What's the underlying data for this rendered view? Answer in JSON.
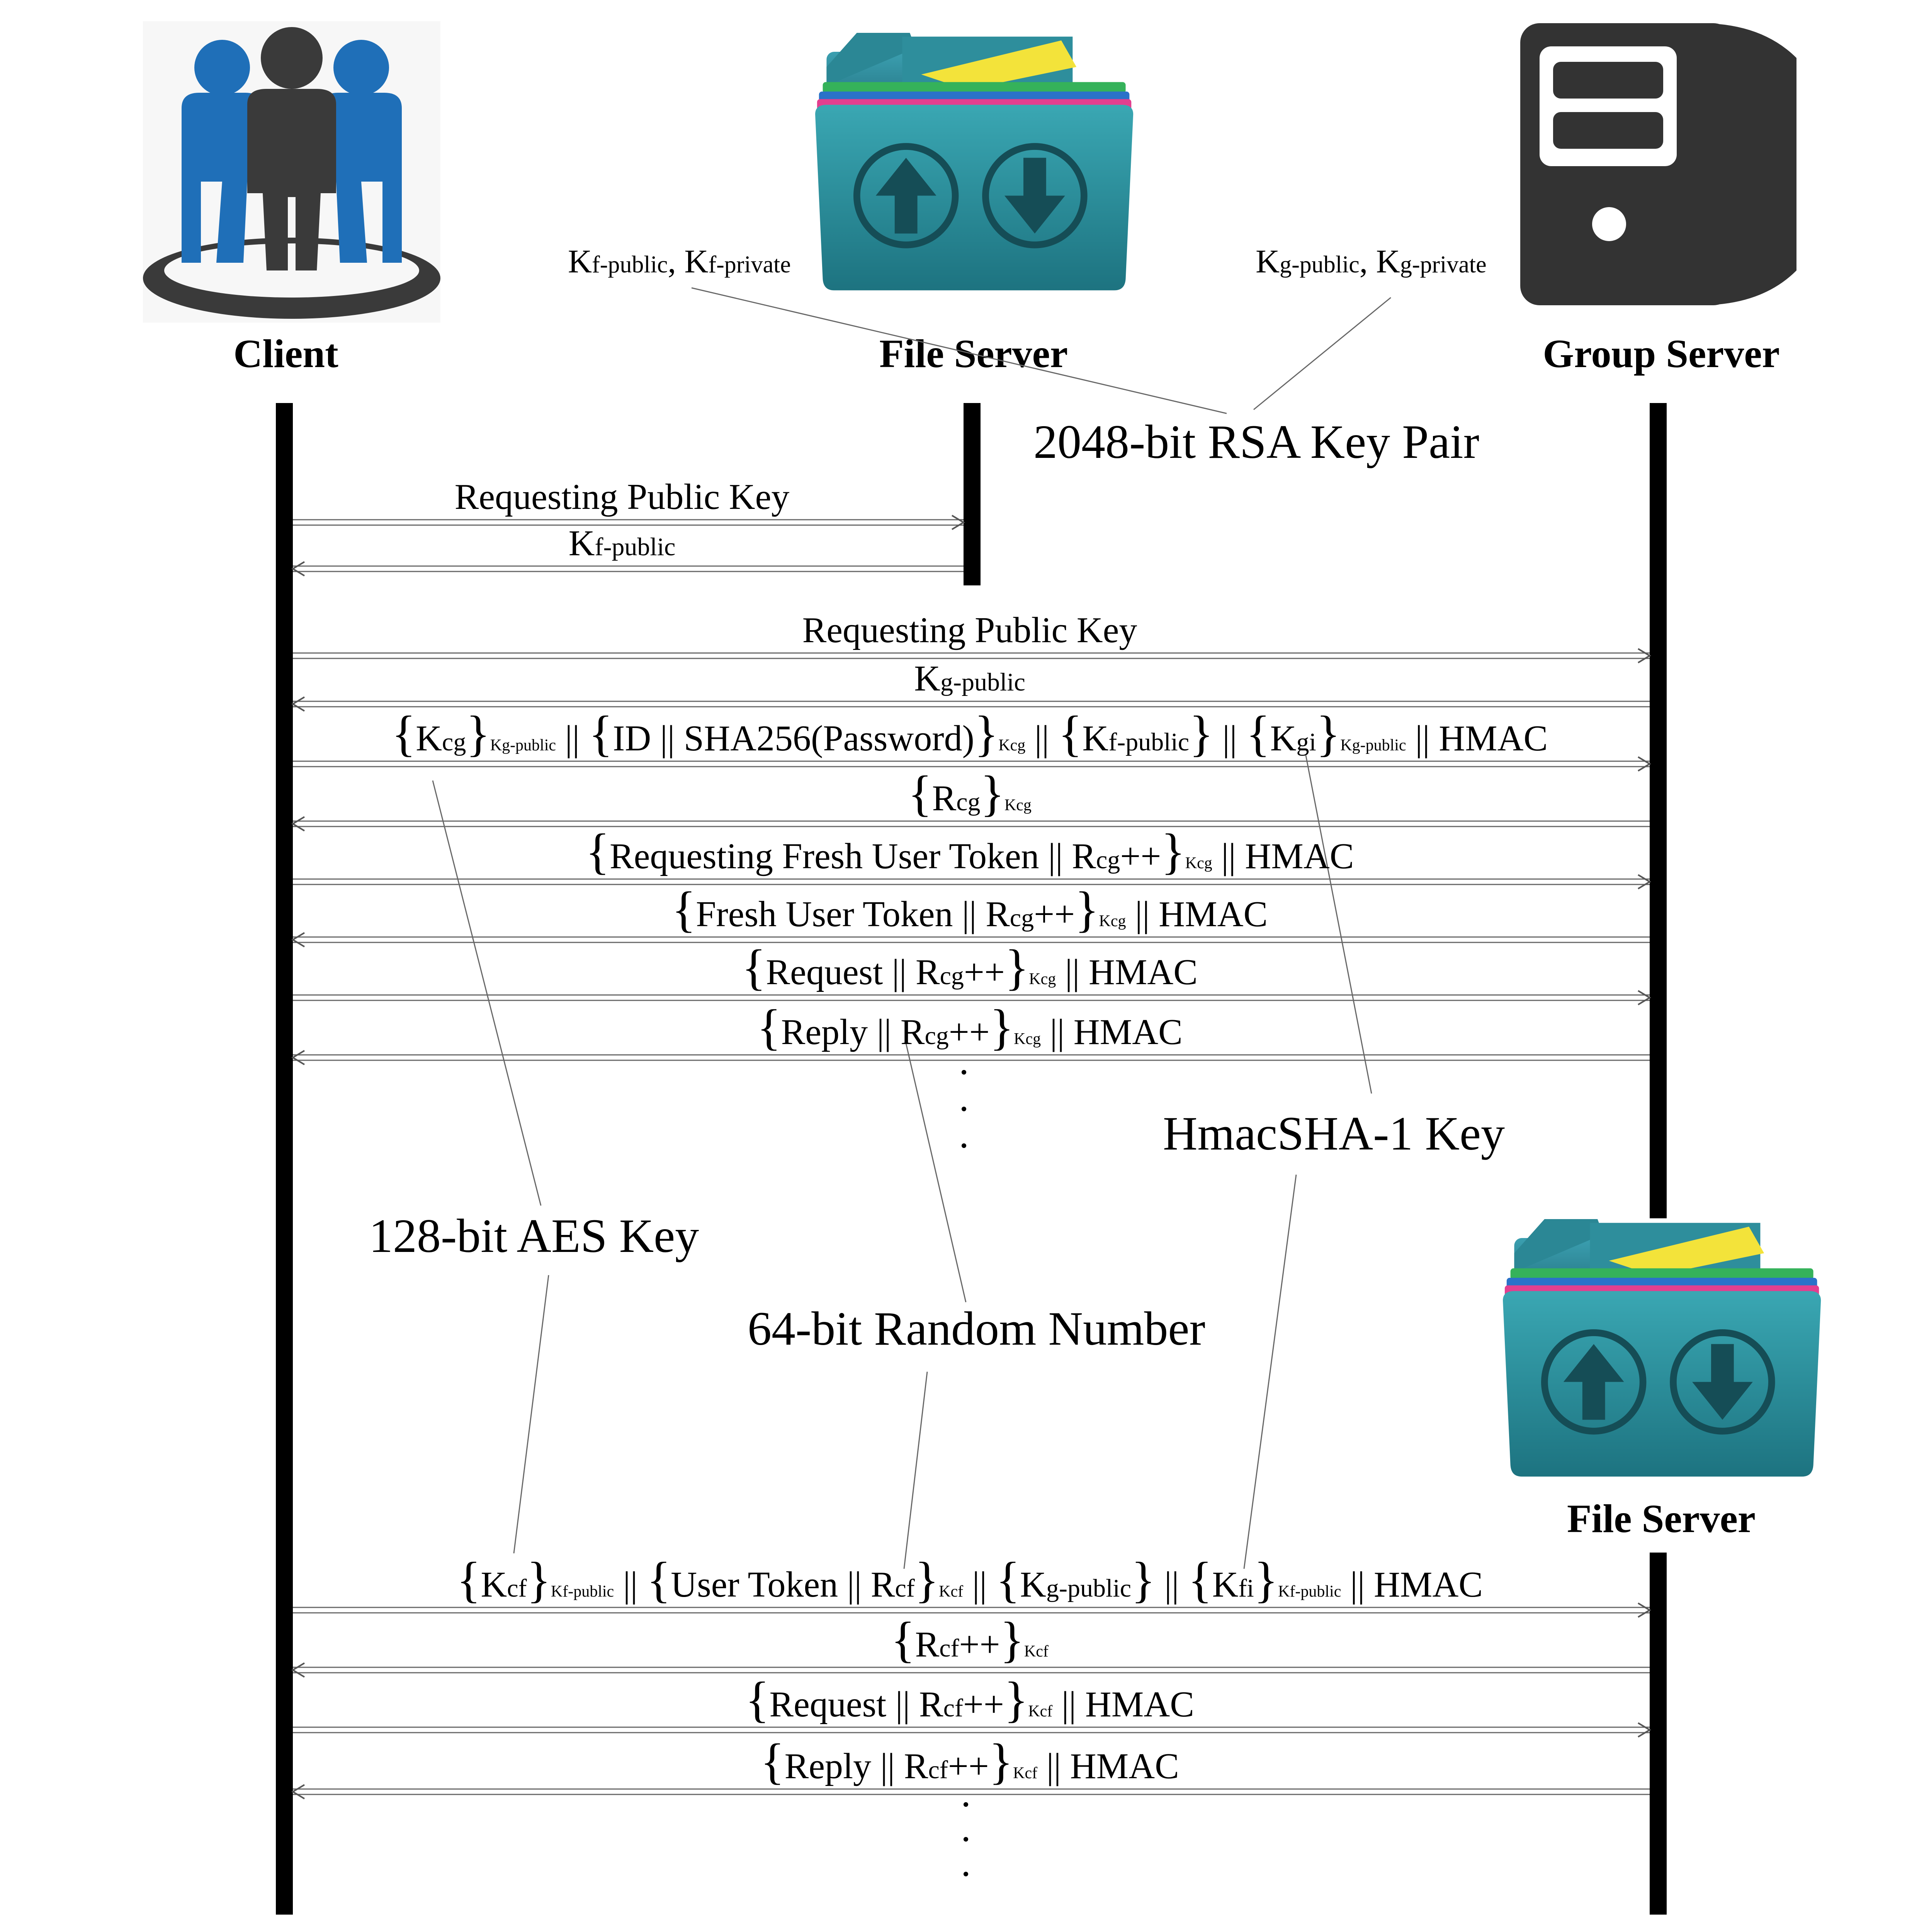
{
  "actors": {
    "client": "Client",
    "file_server": "File Server",
    "group_server": "Group Server",
    "file_server_2": "File Server"
  },
  "key_labels": {
    "file_server_keys": [
      "K",
      "f-public",
      ", ",
      "K",
      "f-private"
    ],
    "group_server_keys": [
      "K",
      "g-public",
      ", ",
      "K",
      "g-private"
    ]
  },
  "annotations": {
    "rsa": "2048-bit RSA Key Pair",
    "hmac": "HmacSHA-1 Key",
    "aes": "128-bit AES Key",
    "random": "64-bit Random Number"
  },
  "messages": [
    {
      "direction": "right",
      "to": "file_server",
      "parts": [
        {
          "t": "Requesting Public Key"
        }
      ]
    },
    {
      "direction": "left",
      "to": "file_server",
      "parts": [
        {
          "t": "K"
        },
        {
          "t": "f-public",
          "s": "sub"
        }
      ]
    },
    {
      "direction": "right",
      "to": "group_server",
      "parts": [
        {
          "t": "Requesting Public Key"
        }
      ]
    },
    {
      "direction": "left",
      "to": "group_server",
      "parts": [
        {
          "t": "K"
        },
        {
          "t": "g-public",
          "s": "sub"
        }
      ]
    },
    {
      "direction": "right",
      "to": "group_server",
      "parts": [
        {
          "t": "{",
          "s": "brace"
        },
        {
          "t": "K"
        },
        {
          "t": "cg",
          "s": "sub"
        },
        {
          "t": "}",
          "s": "brace"
        },
        {
          "t": "Kg-public",
          "s": "tiny"
        },
        {
          "t": " || "
        },
        {
          "t": "{",
          "s": "brace"
        },
        {
          "t": "ID || SHA256(Password)"
        },
        {
          "t": "}",
          "s": "brace"
        },
        {
          "t": "Kcg",
          "s": "tiny"
        },
        {
          "t": " || "
        },
        {
          "t": "{",
          "s": "brace"
        },
        {
          "t": "K"
        },
        {
          "t": "f-public",
          "s": "sub"
        },
        {
          "t": "}",
          "s": "brace"
        },
        {
          "t": " || "
        },
        {
          "t": "{",
          "s": "brace"
        },
        {
          "t": "K"
        },
        {
          "t": "gi",
          "s": "sub"
        },
        {
          "t": "}",
          "s": "brace"
        },
        {
          "t": "Kg-public",
          "s": "tiny"
        },
        {
          "t": " || HMAC"
        }
      ]
    },
    {
      "direction": "left",
      "to": "group_server",
      "parts": [
        {
          "t": "{",
          "s": "brace"
        },
        {
          "t": "R"
        },
        {
          "t": "cg",
          "s": "sub"
        },
        {
          "t": "}",
          "s": "brace"
        },
        {
          "t": "Kcg",
          "s": "tiny"
        }
      ]
    },
    {
      "direction": "right",
      "to": "group_server",
      "parts": [
        {
          "t": "{",
          "s": "brace"
        },
        {
          "t": "Requesting Fresh User Token || R"
        },
        {
          "t": "cg",
          "s": "sub"
        },
        {
          "t": "++"
        },
        {
          "t": "}",
          "s": "brace"
        },
        {
          "t": "Kcg",
          "s": "tiny"
        },
        {
          "t": " || HMAC"
        }
      ]
    },
    {
      "direction": "left",
      "to": "group_server",
      "parts": [
        {
          "t": "{",
          "s": "brace"
        },
        {
          "t": "Fresh User Token || R"
        },
        {
          "t": "cg",
          "s": "sub"
        },
        {
          "t": "++"
        },
        {
          "t": "}",
          "s": "brace"
        },
        {
          "t": "Kcg",
          "s": "tiny"
        },
        {
          "t": " || HMAC"
        }
      ]
    },
    {
      "direction": "right",
      "to": "group_server",
      "parts": [
        {
          "t": "{",
          "s": "brace"
        },
        {
          "t": "Request || R"
        },
        {
          "t": "cg",
          "s": "sub"
        },
        {
          "t": "++"
        },
        {
          "t": "}",
          "s": "brace"
        },
        {
          "t": "Kcg",
          "s": "tiny"
        },
        {
          "t": " || HMAC"
        }
      ]
    },
    {
      "direction": "left",
      "to": "group_server",
      "parts": [
        {
          "t": "{",
          "s": "brace"
        },
        {
          "t": "Reply || R"
        },
        {
          "t": "cg",
          "s": "sub"
        },
        {
          "t": "++"
        },
        {
          "t": "}",
          "s": "brace"
        },
        {
          "t": "Kcg",
          "s": "tiny"
        },
        {
          "t": " || HMAC"
        }
      ]
    },
    {
      "direction": "right",
      "to": "file_server_2",
      "parts": [
        {
          "t": "{",
          "s": "brace"
        },
        {
          "t": "K"
        },
        {
          "t": "cf",
          "s": "sub"
        },
        {
          "t": "}",
          "s": "brace"
        },
        {
          "t": "Kf-public",
          "s": "tiny"
        },
        {
          "t": " || "
        },
        {
          "t": "{",
          "s": "brace"
        },
        {
          "t": "User Token || R"
        },
        {
          "t": "cf",
          "s": "sub"
        },
        {
          "t": "}",
          "s": "brace"
        },
        {
          "t": "Kcf",
          "s": "tiny"
        },
        {
          "t": " || "
        },
        {
          "t": "{",
          "s": "brace"
        },
        {
          "t": "K"
        },
        {
          "t": "g-public",
          "s": "sub"
        },
        {
          "t": "}",
          "s": "brace"
        },
        {
          "t": " || "
        },
        {
          "t": "{",
          "s": "brace"
        },
        {
          "t": "K"
        },
        {
          "t": "fi",
          "s": "sub"
        },
        {
          "t": "}",
          "s": "brace"
        },
        {
          "t": "Kf-public",
          "s": "tiny"
        },
        {
          "t": " || HMAC"
        }
      ]
    },
    {
      "direction": "left",
      "to": "file_server_2",
      "parts": [
        {
          "t": "{",
          "s": "brace"
        },
        {
          "t": "R"
        },
        {
          "t": "cf",
          "s": "sub"
        },
        {
          "t": "++"
        },
        {
          "t": "}",
          "s": "brace"
        },
        {
          "t": "Kcf",
          "s": "tiny"
        }
      ]
    },
    {
      "direction": "right",
      "to": "file_server_2",
      "parts": [
        {
          "t": "{",
          "s": "brace"
        },
        {
          "t": "Request || R"
        },
        {
          "t": "cf",
          "s": "sub"
        },
        {
          "t": "++"
        },
        {
          "t": "}",
          "s": "brace"
        },
        {
          "t": "Kcf",
          "s": "tiny"
        },
        {
          "t": " || HMAC"
        }
      ]
    },
    {
      "direction": "left",
      "to": "file_server_2",
      "parts": [
        {
          "t": "{",
          "s": "brace"
        },
        {
          "t": "Reply || R"
        },
        {
          "t": "cf",
          "s": "sub"
        },
        {
          "t": "++"
        },
        {
          "t": "}",
          "s": "brace"
        },
        {
          "t": "Kcf",
          "s": "tiny"
        },
        {
          "t": " || HMAC"
        }
      ]
    }
  ],
  "colors": {
    "client_side_figures": "#1f6fb8",
    "client_center_figure": "#3a3a3a",
    "folder_teal": "#2a8f9c",
    "server_body": "#333333",
    "lifeline": "#000000"
  },
  "icons": [
    "client-group-icon",
    "file-server-folder-icon",
    "group-server-tower-icon",
    "upload-arrow-icon",
    "download-arrow-icon"
  ]
}
